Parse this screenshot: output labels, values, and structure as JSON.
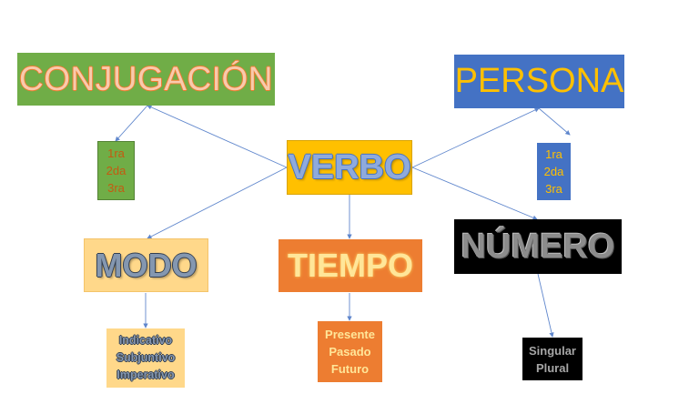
{
  "colors": {
    "conjugacion_bg": "#70ad47",
    "verbo_bg": "#ffc000",
    "persona_bg": "#4472c4",
    "numero_bg": "#000000",
    "modo_bg": "#ffd88a",
    "tiempo_bg": "#ed7d31",
    "edge": "#4472c4"
  },
  "center": {
    "label": "VERBO"
  },
  "nodes": {
    "conjugacion": {
      "label": "CONJUGACIÓN",
      "items": [
        "1ra",
        "2da",
        "3ra"
      ]
    },
    "persona": {
      "label": "PERSONA",
      "items": [
        "1ra",
        "2da",
        "3ra"
      ]
    },
    "modo": {
      "label": "MODO",
      "items": [
        "Indicativo",
        "Subjuntivo",
        "Imperativo"
      ]
    },
    "tiempo": {
      "label": "TIEMPO",
      "items": [
        "Presente",
        "Pasado",
        "Futuro"
      ]
    },
    "numero": {
      "label": "NÚMERO",
      "items": [
        "Singular",
        "Plural"
      ]
    }
  }
}
